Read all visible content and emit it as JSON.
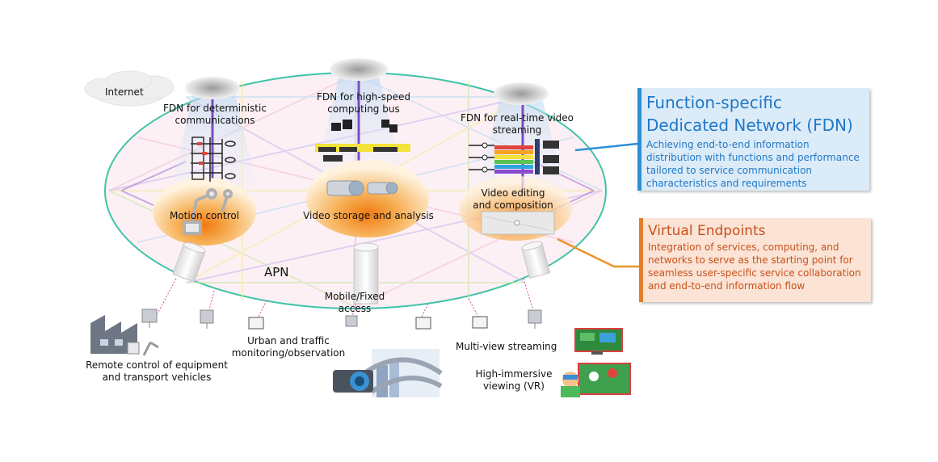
{
  "labels": {
    "internet": "Internet",
    "fdn_deterministic": [
      "FDN for deterministic",
      "communications"
    ],
    "fdn_highspeed": [
      "FDN for high-speed",
      "computing bus"
    ],
    "fdn_realtime": [
      "FDN for real-time video",
      "streaming"
    ],
    "motion_control": "Motion control",
    "video_storage": "Video storage and analysis",
    "video_editing": [
      "Video editing",
      "and composition"
    ],
    "apn": "APN",
    "mobile_fixed": [
      "Mobile/Fixed",
      "access"
    ],
    "urban_traffic": [
      "Urban and traffic",
      "monitoring/observation"
    ],
    "remote_control": [
      "Remote control of equipment",
      "and transport vehicles"
    ],
    "multiview": "Multi-view streaming",
    "high_immersive": [
      "High-immersive",
      "viewing (VR)"
    ]
  },
  "fdn_panel": {
    "title_line1": "Function-specific",
    "title_line2": "Dedicated Network (FDN)",
    "body": [
      "Achieving end-to-end information",
      "distribution with functions and performance",
      "tailored to service communication",
      "characteristics and requirements"
    ],
    "accent": "#2d8fd5"
  },
  "ve_panel": {
    "title": "Virtual Endpoints",
    "body": [
      "Integration of services, computing, and",
      "networks to serve as the starting point for",
      "seamless user-specific service collaboration",
      "and end-to-end information flow"
    ],
    "accent": "#e37e2c"
  }
}
